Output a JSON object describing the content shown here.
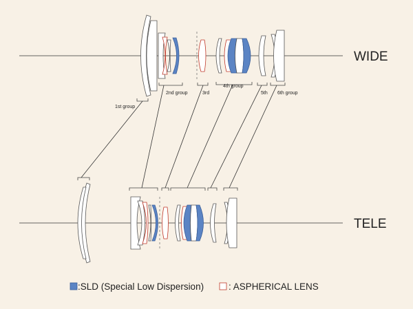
{
  "positions": {
    "wide": "WIDE",
    "tele": "TELE"
  },
  "groups": [
    "1st group",
    "2nd group",
    "3rd",
    "4th group",
    "5th",
    "6th group"
  ],
  "legend": {
    "sld": ":SLD (Special Low Dispersion)",
    "aspherical": ": ASPHERICAL LENS"
  },
  "colors": {
    "background": "#f8f1e6",
    "sld_blue": "#5b84c4",
    "aspherical_red": "#c0392b"
  }
}
